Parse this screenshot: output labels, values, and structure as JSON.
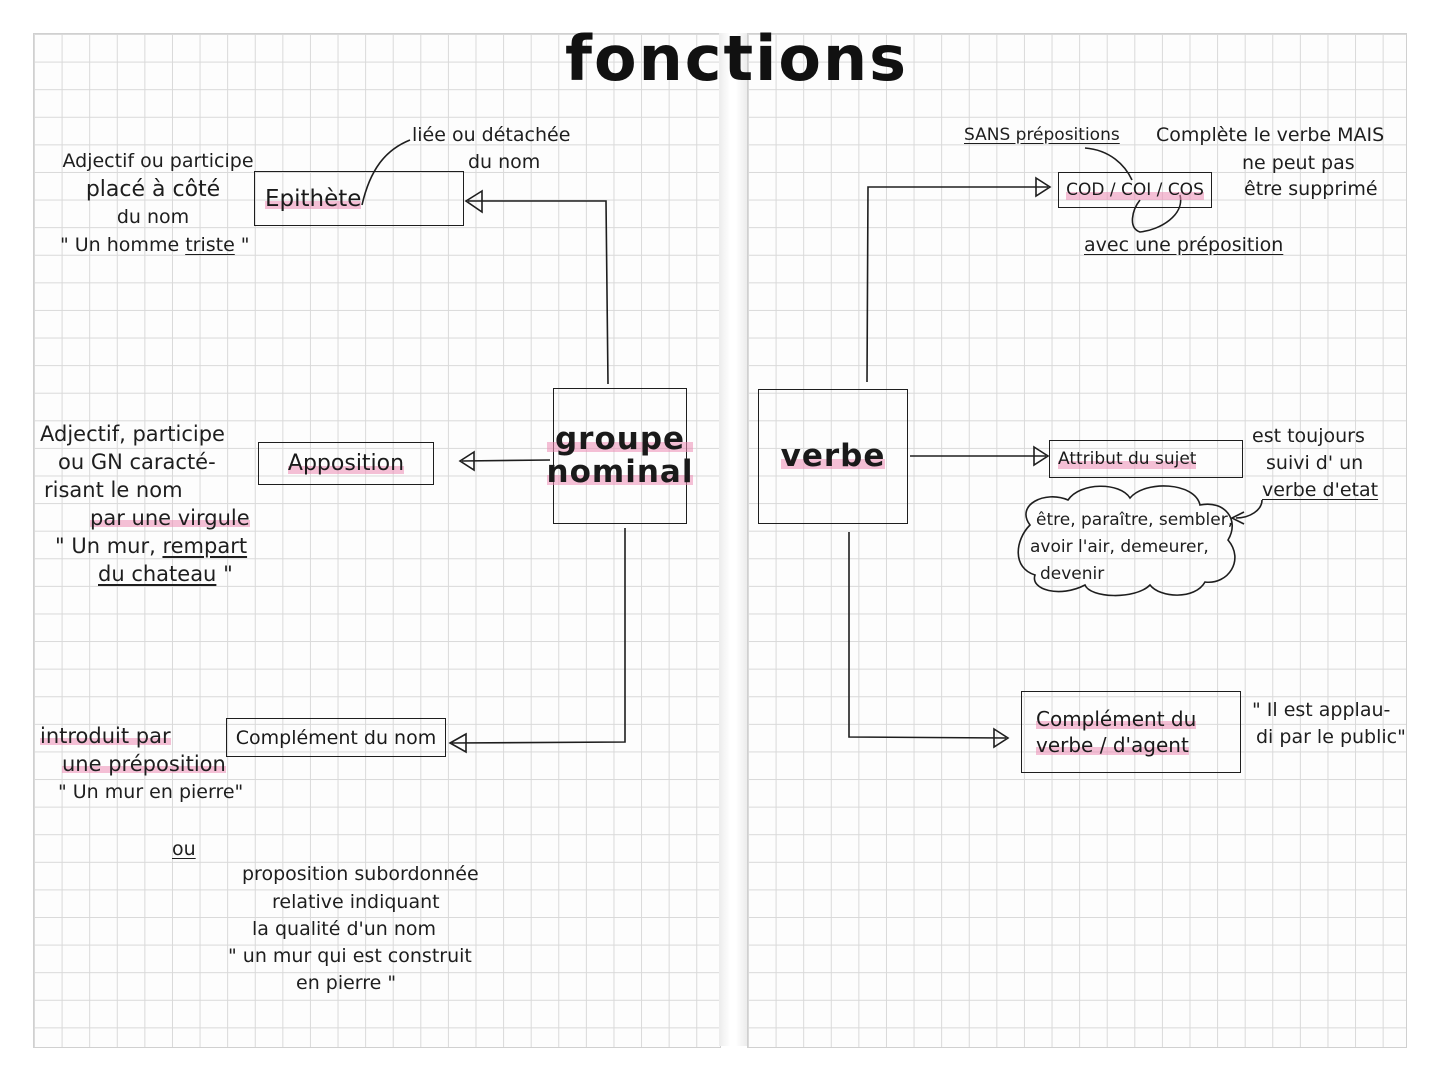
{
  "title": "fonctions",
  "center_nodes": {
    "groupe_nominal": [
      "groupe",
      "nominal"
    ],
    "verbe": "verbe"
  },
  "epithete": {
    "label": "Epithète",
    "note": [
      "liée ou détachée",
      "du nom"
    ],
    "desc": [
      "Adjectif ou participe",
      "placé à côté",
      "du nom"
    ],
    "example_open": "\" Un homme ",
    "example_word": "triste",
    "example_close": " \""
  },
  "apposition": {
    "label": "Apposition",
    "desc": [
      "Adjectif, participe",
      "ou GN caracté-",
      "risant le nom"
    ],
    "desc_hl": "par une virgule",
    "example_open": "\" Un mur, ",
    "example_word1": "rempart",
    "example_word2": "du chateau",
    "example_close": "\""
  },
  "complement_nom": {
    "label": "Complément du nom",
    "desc1": "introduit par",
    "desc2": "une préposition",
    "example": "\" Un mur en pierre\"",
    "ou": "ou",
    "relative": [
      "proposition subordonnée",
      "relative indiquant",
      "la qualité d'un nom",
      "\" un mur qui est construit",
      "en pierre \""
    ]
  },
  "cod": {
    "label": "COD / COI / COS",
    "top_note": "SANS prépositions",
    "bottom_note": "avec une préposition",
    "side_note": [
      "Complète le verbe MAIS",
      "ne peut pas",
      "être supprimé"
    ]
  },
  "attribut": {
    "label": "Attribut du sujet",
    "side_note": [
      "est toujours",
      "suivi d' un"
    ],
    "side_note_u": "verbe d'etat",
    "cloud": [
      "être, paraître, sembler,",
      "avoir l'air, demeurer,",
      "devenir"
    ]
  },
  "complement_agent": {
    "label": [
      "Complément du",
      "verbe / d'agent"
    ],
    "example": [
      "\" Il est applau-",
      "di par le public\""
    ]
  },
  "colors": {
    "highlight": "#ec8cb4",
    "ink": "#1e1e1e",
    "grid": "#d9d9d9"
  }
}
